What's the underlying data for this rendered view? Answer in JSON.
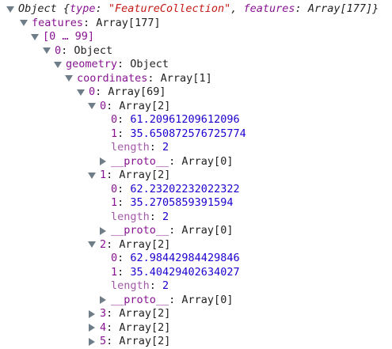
{
  "root": {
    "label": "Object {",
    "type_key": "type",
    "type_value": "\"FeatureCollection\"",
    "features_key": "features",
    "features_value": "Array[177]",
    "close": "}"
  },
  "features": {
    "key": "features",
    "value": "Array[177]"
  },
  "range": {
    "label": "[0 … 99]"
  },
  "item0": {
    "key": "0",
    "value": "Object"
  },
  "geometry": {
    "key": "geometry",
    "value": "Object"
  },
  "coordinates": {
    "key": "coordinates",
    "value": "Array[1]"
  },
  "ring0": {
    "key": "0",
    "value": "Array[69]"
  },
  "points": [
    {
      "key": "0",
      "value": "Array[2]",
      "x_key": "0",
      "x": "61.20961209612096",
      "y_key": "1",
      "y": "35.650872576725774",
      "length_key": "length",
      "length": "2",
      "proto_key": "__proto__",
      "proto": "Array[0]"
    },
    {
      "key": "1",
      "value": "Array[2]",
      "x_key": "0",
      "x": "62.23202232022322",
      "y_key": "1",
      "y": "35.2705859391594",
      "length_key": "length",
      "length": "2",
      "proto_key": "__proto__",
      "proto": "Array[0]"
    },
    {
      "key": "2",
      "value": "Array[2]",
      "x_key": "0",
      "x": "62.98442984429846",
      "y_key": "1",
      "y": "35.40429402634027",
      "length_key": "length",
      "length": "2",
      "proto_key": "__proto__",
      "proto": "Array[0]"
    }
  ],
  "collapsed_points": [
    {
      "key": "3",
      "value": "Array[2]"
    },
    {
      "key": "4",
      "value": "Array[2]"
    },
    {
      "key": "5",
      "value": "Array[2]"
    }
  ],
  "colors": {
    "key": "#881391",
    "string": "#c41a16",
    "number": "#1c00cf",
    "triangle": "#6e7d88"
  },
  "icons": {
    "expanded": "triangle-down-icon",
    "collapsed": "triangle-right-icon"
  }
}
